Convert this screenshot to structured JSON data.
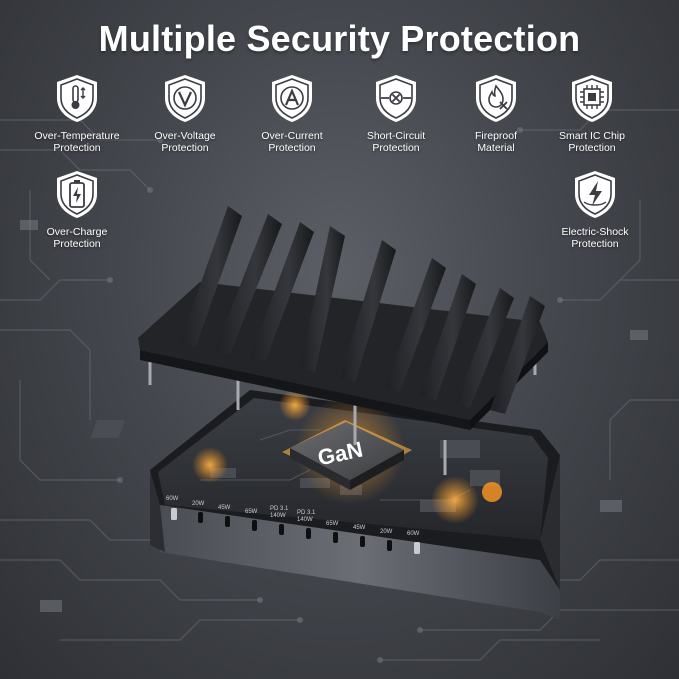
{
  "title": "Multiple Security Protection",
  "features": [
    {
      "icon": "thermometer-icon",
      "label": "Over-Temperature\nProtection"
    },
    {
      "icon": "voltage-icon",
      "label": "Over-Voltage\nProtection"
    },
    {
      "icon": "current-icon",
      "label": "Over-Current\nProtection"
    },
    {
      "icon": "short-circuit-icon",
      "label": "Short-Circuit\nProtection"
    },
    {
      "icon": "fireproof-icon",
      "label": "Fireproof\nMaterial"
    },
    {
      "icon": "chip-icon",
      "label": "Smart IC Chip\nProtection"
    },
    {
      "icon": "battery-icon",
      "label": "Over-Charge\nProtection"
    },
    {
      "icon": "lightning-icon",
      "label": "Electric-Shock\nProtection"
    }
  ],
  "product": {
    "chip_label": "GaN",
    "ports": [
      "60W",
      "20W",
      "45W",
      "65W",
      "PD 3.1\n140W",
      "PD 3.1\n140W",
      "65W",
      "45W",
      "20W",
      "60W"
    ]
  },
  "colors": {
    "badge_bg": "#ffffff",
    "badge_icon": "#3a3c42",
    "glow": "#ff9a1f",
    "chip": "#ffb347"
  }
}
